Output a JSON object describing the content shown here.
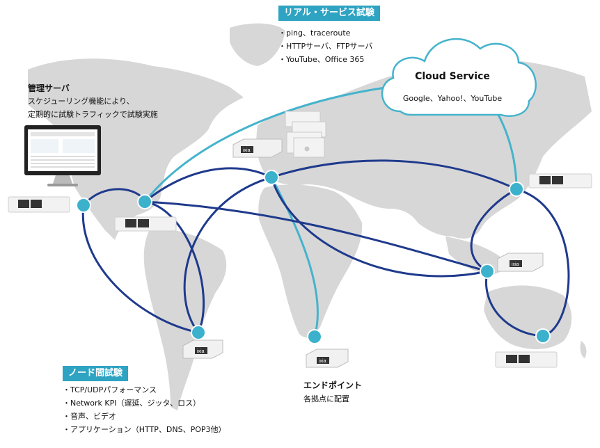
{
  "real_service": {
    "tag": "リアル・サービス試験",
    "items": [
      "・ping、traceroute",
      "・HTTPサーバ、FTPサーバ",
      "・YouTube、Office 365"
    ]
  },
  "cloud": {
    "title": "Cloud Service",
    "subtitle": "Google、Yahoo!、YouTube"
  },
  "management": {
    "title": "管理サーバ",
    "lines": [
      "スケジューリング機能により、",
      "定期的に試験トラフィックで試験実施"
    ]
  },
  "node_test": {
    "tag": "ノード間試験",
    "items": [
      "・TCP/UDPパフォーマンス",
      "・Network KPI（遅延、ジッタ、ロス）",
      "・音声、ビデオ",
      "・アプリケーション（HTTP、DNS、POP3他）"
    ]
  },
  "endpoint": {
    "title": "エンドポイント",
    "subtitle": "各拠点に配置"
  },
  "device_labels": {
    "ixia": "ixia",
    "ixia_small": "IXIA"
  },
  "colors": {
    "map": "#d7d7d7",
    "network": "#1f3a8c",
    "cloud_link": "#45b3cc",
    "node": "#3cb1cc",
    "tag_bg": "#2ea3c2"
  }
}
